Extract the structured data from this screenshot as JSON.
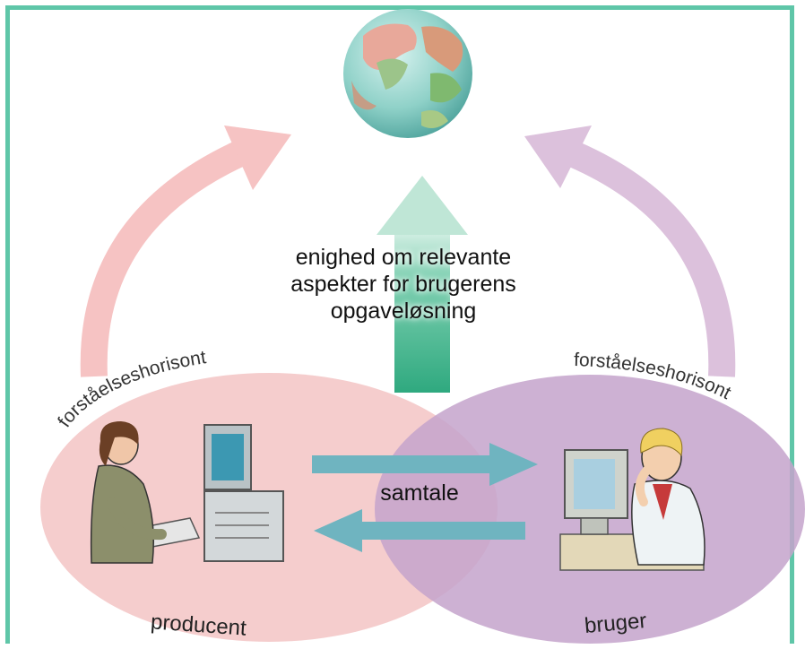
{
  "labels": {
    "goal_line1": "enighed om relevante",
    "goal_line2": "aspekter for brugerens",
    "goal_line3": "opgaveløsning",
    "dialogue": "samtale",
    "producer": "producent",
    "user": "bruger",
    "horizon_left": "forståelseshorisont",
    "horizon_right": "forståelseshorisont"
  },
  "icons": {
    "globe": "globe-icon",
    "producer_figure": "woman-at-computer-icon",
    "user_figure": "man-at-computer-icon"
  },
  "colors": {
    "frame": "#5fc6a8",
    "producer_circle": "#f4c9c9",
    "user_circle": "#c8a9cf",
    "center_arrow": "#5fc6a0",
    "dialogue_arrows": "#6fb4c0",
    "left_arc": "#f6c3c3",
    "right_arc": "#d9bcd9"
  }
}
